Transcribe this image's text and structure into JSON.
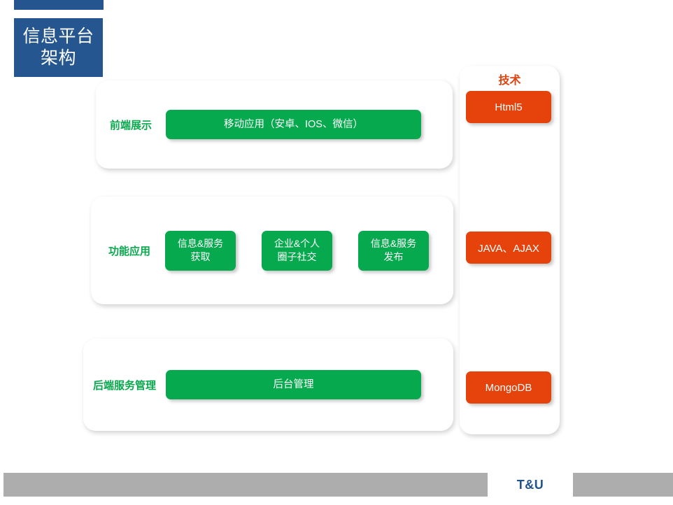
{
  "title": {
    "accent_color": "#24558E",
    "box_color": "#25568F",
    "text": "信息平台\n架构"
  },
  "colors": {
    "green": "#06A94D",
    "orange": "#E5430B",
    "blue": "#25568F",
    "label_green": "#0AA84E",
    "tech_heading_orange": "#DE4310",
    "footer_gray": "#ADADAD",
    "footer_logo_blue": "#21538C"
  },
  "layers": [
    {
      "label": "前端展示",
      "boxes": [
        {
          "text": "移动应用（安卓、IOS、微信）"
        }
      ]
    },
    {
      "label": "功能应用",
      "boxes": [
        {
          "text": "信息&服务\n获取"
        },
        {
          "text": "企业&个人\n圈子社交"
        },
        {
          "text": "信息&服务\n发布"
        }
      ]
    },
    {
      "label": "后端服务管理",
      "boxes": [
        {
          "text": "后台管理"
        }
      ]
    }
  ],
  "tech": {
    "heading": "技术",
    "items": [
      {
        "text": "Html5"
      },
      {
        "text": "JAVA、AJAX"
      },
      {
        "text": "MongoDB"
      }
    ]
  },
  "footer": {
    "logo": "T&U"
  }
}
